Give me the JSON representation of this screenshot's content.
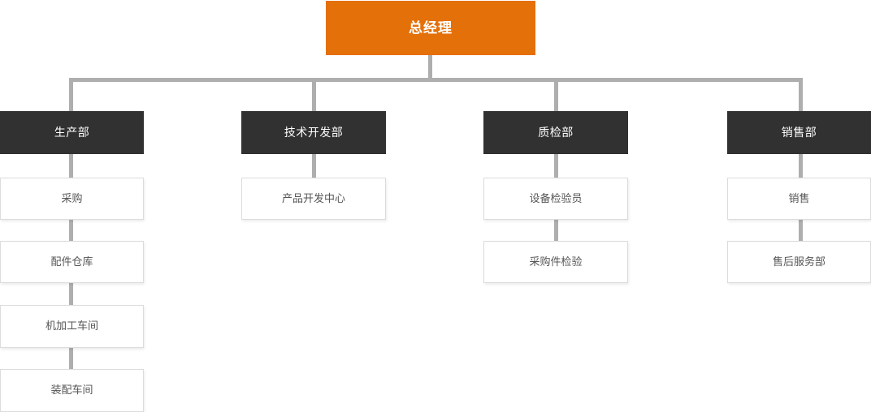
{
  "diagram": {
    "title_node": {
      "label": "总经理",
      "color": "#e4700a",
      "text_color": "#ffffff"
    },
    "connector_color": "#aeaeae",
    "dept_color": "#313131",
    "sub_border_color": "#dcdcdc",
    "sub_text_color": "#555555",
    "type": "organization-chart",
    "levels": 3,
    "branches": [
      {
        "dept": "生产部",
        "children": [
          "采购",
          "配件仓库",
          "机加工车间",
          "装配车间"
        ]
      },
      {
        "dept": "技术开发部",
        "children": [
          "产品开发中心"
        ]
      },
      {
        "dept": "质检部",
        "children": [
          "设备检验员",
          "采购件检验"
        ]
      },
      {
        "dept": "销售部",
        "children": [
          "销售",
          "售后服务部"
        ]
      }
    ]
  }
}
